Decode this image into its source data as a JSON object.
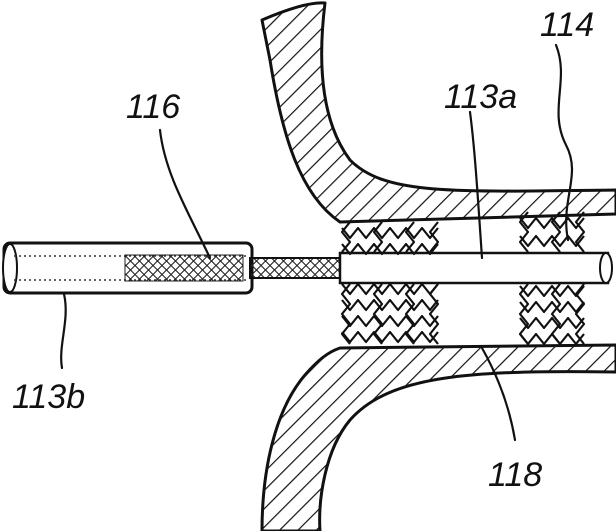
{
  "figure": {
    "labels": {
      "l116": "116",
      "l113a": "113a",
      "l114": "114",
      "l113b": "113b",
      "l118": "118"
    },
    "colors": {
      "ink": "#111111",
      "paper": "#ffffff"
    }
  }
}
